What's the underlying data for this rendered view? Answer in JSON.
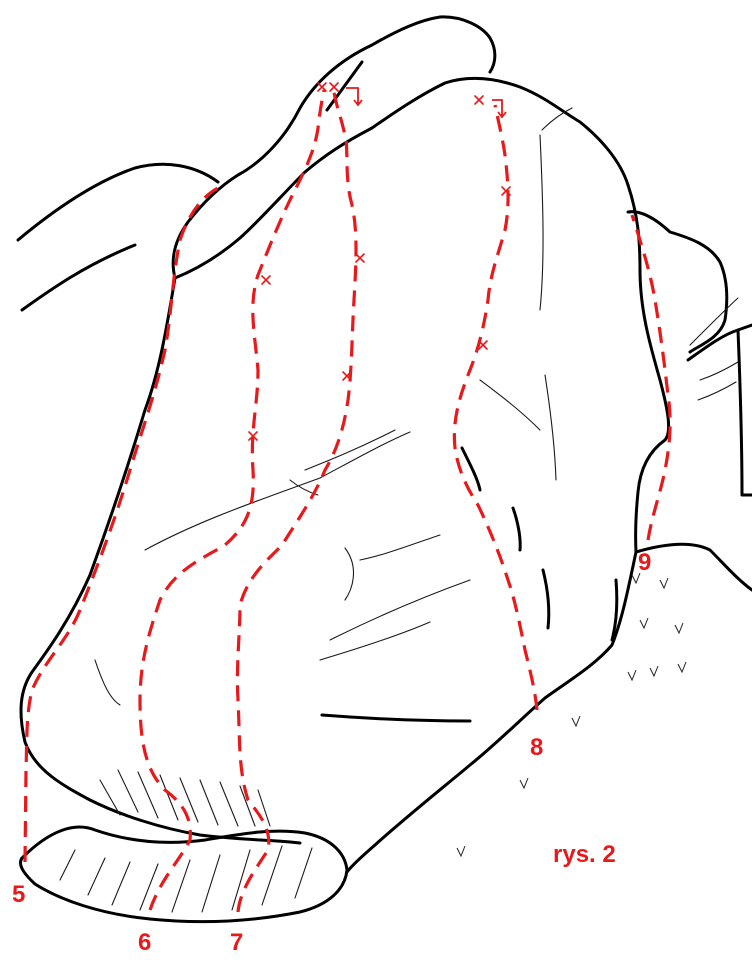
{
  "colors": {
    "route": "#e8191b",
    "rock_outline": "#000000",
    "background": "#ffffff"
  },
  "figure_label": "rys. 2",
  "routes": [
    {
      "number": "5"
    },
    {
      "number": "6"
    },
    {
      "number": "7"
    },
    {
      "number": "8"
    },
    {
      "number": "9"
    }
  ]
}
